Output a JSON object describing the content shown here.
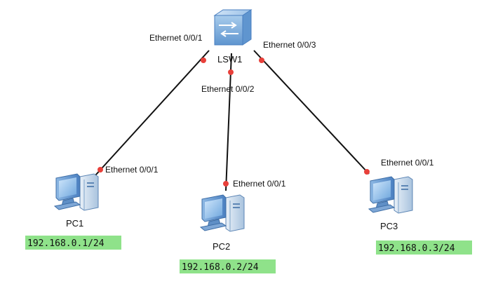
{
  "colors": {
    "link": "#111111",
    "port_dot": "#e8403a",
    "ip_background": "#8fe28a",
    "device_blue": "#4a7fc0"
  },
  "switch": {
    "name": "LSW1",
    "icon": "switch-icon",
    "ports": {
      "to_pc1": "Ethernet 0/0/1",
      "to_pc2": "Ethernet 0/0/2",
      "to_pc3": "Ethernet 0/0/3"
    }
  },
  "pcs": [
    {
      "name": "PC1",
      "icon": "pc-icon",
      "port": "Ethernet 0/0/1",
      "ip": "192.168.0.1/24"
    },
    {
      "name": "PC2",
      "icon": "pc-icon",
      "port": "Ethernet 0/0/1",
      "ip": "192.168.0.2/24"
    },
    {
      "name": "PC3",
      "icon": "pc-icon",
      "port": "Ethernet 0/0/1",
      "ip": "192.168.0.3/24"
    }
  ]
}
